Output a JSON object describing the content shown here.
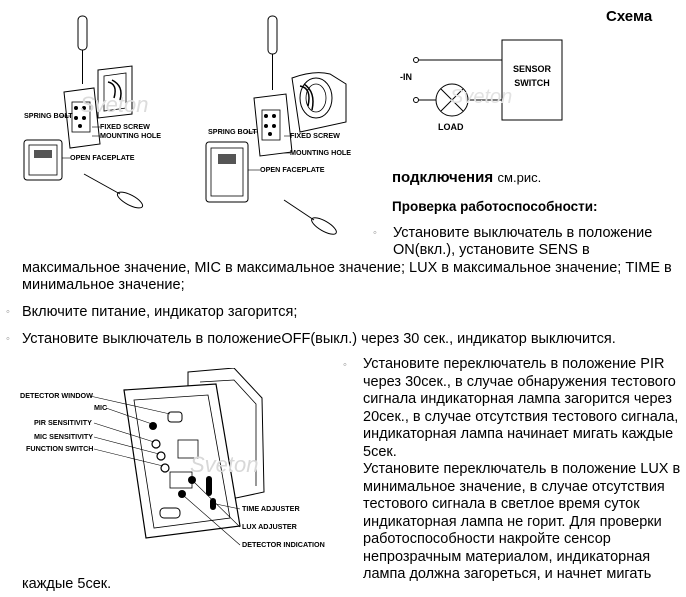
{
  "header": {
    "title": "Схема",
    "subtitle_bold": "подключения",
    "subtitle_ref": "см.рис."
  },
  "schematic": {
    "in_label": "-IN",
    "load_label": "LOAD",
    "sensor_label_line1": "SENSOR",
    "sensor_label_line2": "SWITCH"
  },
  "diagram_top": {
    "left": {
      "spring_bolt": "SPRING BOLT",
      "fixed_screw": "FIXED SCREW",
      "mounting_hole": "MOUNTING HOLE",
      "open_faceplate": "OPEN FACEPLATE"
    },
    "right": {
      "spring_bolt": "SPRING BOLT",
      "fixed_screw": "FIXED SCREW",
      "mounting_hole": "MOUNTING HOLE",
      "open_faceplate": "OPEN FACEPLATE"
    }
  },
  "watermark": "Sveton",
  "check": {
    "heading": "Проверка работоспособности:",
    "bullet": "◦",
    "item1_line1": "Установите выключатель в положение",
    "item1_line2": "ON(вкл.), установите SENS в",
    "item1_line3": "максимальное значение, MIC в максимальное значение; LUX в максимальное значение; TIME в",
    "item1_line4": "минимальное значение;",
    "item2": "Включите питание, индикатор загорится;",
    "item3": "Установите выключатель в положениеOFF(выкл.) через 30 сек., индикатор выключится.",
    "item4_lines": [
      "Установите переключатель в положение PIR",
      "через 30сек., в случае обнаружения тестового",
      "сигнала индикаторная лампа загорится через",
      "20сек., в случае отсутствия тестового сигнала,",
      "индикаторная лампа начинает мигать каждые",
      "5сек.",
      "Установите переключатель в положение LUX в",
      "минимальное значение, в случае отсутствия",
      "тестового сигнала в светлое время суток",
      "индикаторная лампа не горит. Для проверки",
      "работоспособности накройте сенсор",
      "непрозрачным материалом, индикаторная",
      "лампа должна загореться, и начнет мигать"
    ],
    "item4_last": "каждые 5сек."
  },
  "diagram_bottom": {
    "detector_window": "DETECTOR WINDOW",
    "mic": "MIC",
    "pir_sensitivity": "PIR SENSITIVITY",
    "mic_sensitivity": "MIC SENSITIVITY",
    "function_switch": "FUNCTION SWITCH",
    "time_adjuster": "TIME ADJUSTER",
    "lux_adjuster": "LUX ADJUSTER",
    "detector_indication": "DETECTOR INDICATION"
  }
}
